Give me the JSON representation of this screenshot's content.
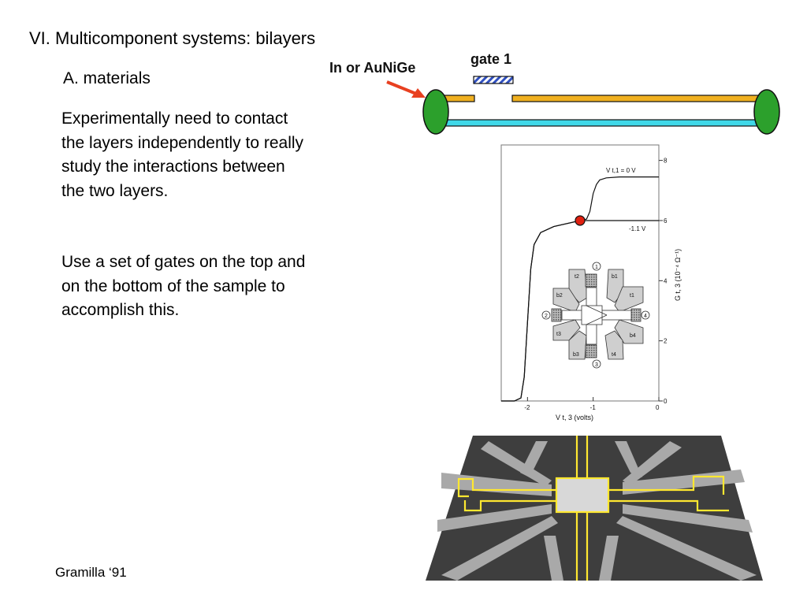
{
  "slide": {
    "title": "VI. Multicomponent systems: bilayers",
    "subtitle": "A. materials",
    "paragraphs": [
      "Experimentally need to contact the layers independently to really study the interactions between the two layers.",
      "Use a set of gates on the top and on the bottom of the sample to accomplish this."
    ],
    "citation": "Gramilla ‘91"
  },
  "schematic": {
    "contact_label": "In or AuNiGe",
    "gate_label": "gate 1",
    "colors": {
      "top_layer": "#f0b020",
      "bottom_layer": "#40d8e8",
      "contact": "#2ca02c",
      "arrow": "#e84020",
      "gate_hatch": "#3050c0"
    }
  },
  "graph": {
    "xlabel": "V t, 3 (volts)",
    "ylabel": "G t, 3 (10⁻⁴ Ω⁻¹)",
    "x_ticks": [
      "-2",
      "-1",
      "0"
    ],
    "y_ticks": [
      "0",
      "2",
      "4",
      "6",
      "8"
    ],
    "curve_labels": [
      "V t,1 = 0 V",
      "-1.1 V"
    ],
    "device_labels": {
      "pads": [
        "t2",
        "b1",
        "b2",
        "t1",
        "t3",
        "b4",
        "b3",
        "t4"
      ],
      "gates": [
        "1",
        "2",
        "3",
        "4"
      ]
    },
    "marker_color": "#e02010"
  },
  "chart_data": {
    "type": "line",
    "xlabel": "V t, 3 (volts)",
    "ylabel": "G t, 3 (10⁻⁴ Ω⁻¹)",
    "xlim": [
      -2.4,
      0
    ],
    "ylim": [
      0,
      8.2
    ],
    "series": [
      {
        "name": "V t,1 = 0 V",
        "x": [
          -2.4,
          -2.2,
          -2.1,
          -2.05,
          -2.0,
          -1.95,
          -1.9,
          -1.8,
          -1.6,
          -1.4,
          -1.2,
          -1.1,
          -1.05,
          -1.0,
          -0.95,
          -0.9,
          -0.8,
          -0.6,
          -0.4,
          -0.2,
          0
        ],
        "y": [
          0,
          0,
          0.1,
          0.8,
          2.6,
          4.4,
          5.2,
          5.6,
          5.8,
          5.9,
          6.0,
          6.05,
          6.3,
          6.9,
          7.2,
          7.35,
          7.42,
          7.45,
          7.45,
          7.45,
          7.45
        ]
      },
      {
        "name": "-1.1 V",
        "x": [
          -2.4,
          -2.2,
          -2.1,
          -2.05,
          -2.0,
          -1.95,
          -1.9,
          -1.8,
          -1.6,
          -1.4,
          -1.2,
          -1.0,
          -0.8,
          -0.6,
          -0.4,
          -0.2,
          0
        ],
        "y": [
          0,
          0,
          0.1,
          0.8,
          2.6,
          4.4,
          5.2,
          5.6,
          5.8,
          5.9,
          6.0,
          6.0,
          6.0,
          6.0,
          6.0,
          6.0,
          6.0
        ]
      }
    ],
    "marker": {
      "x": -1.2,
      "y": 6.0
    }
  }
}
